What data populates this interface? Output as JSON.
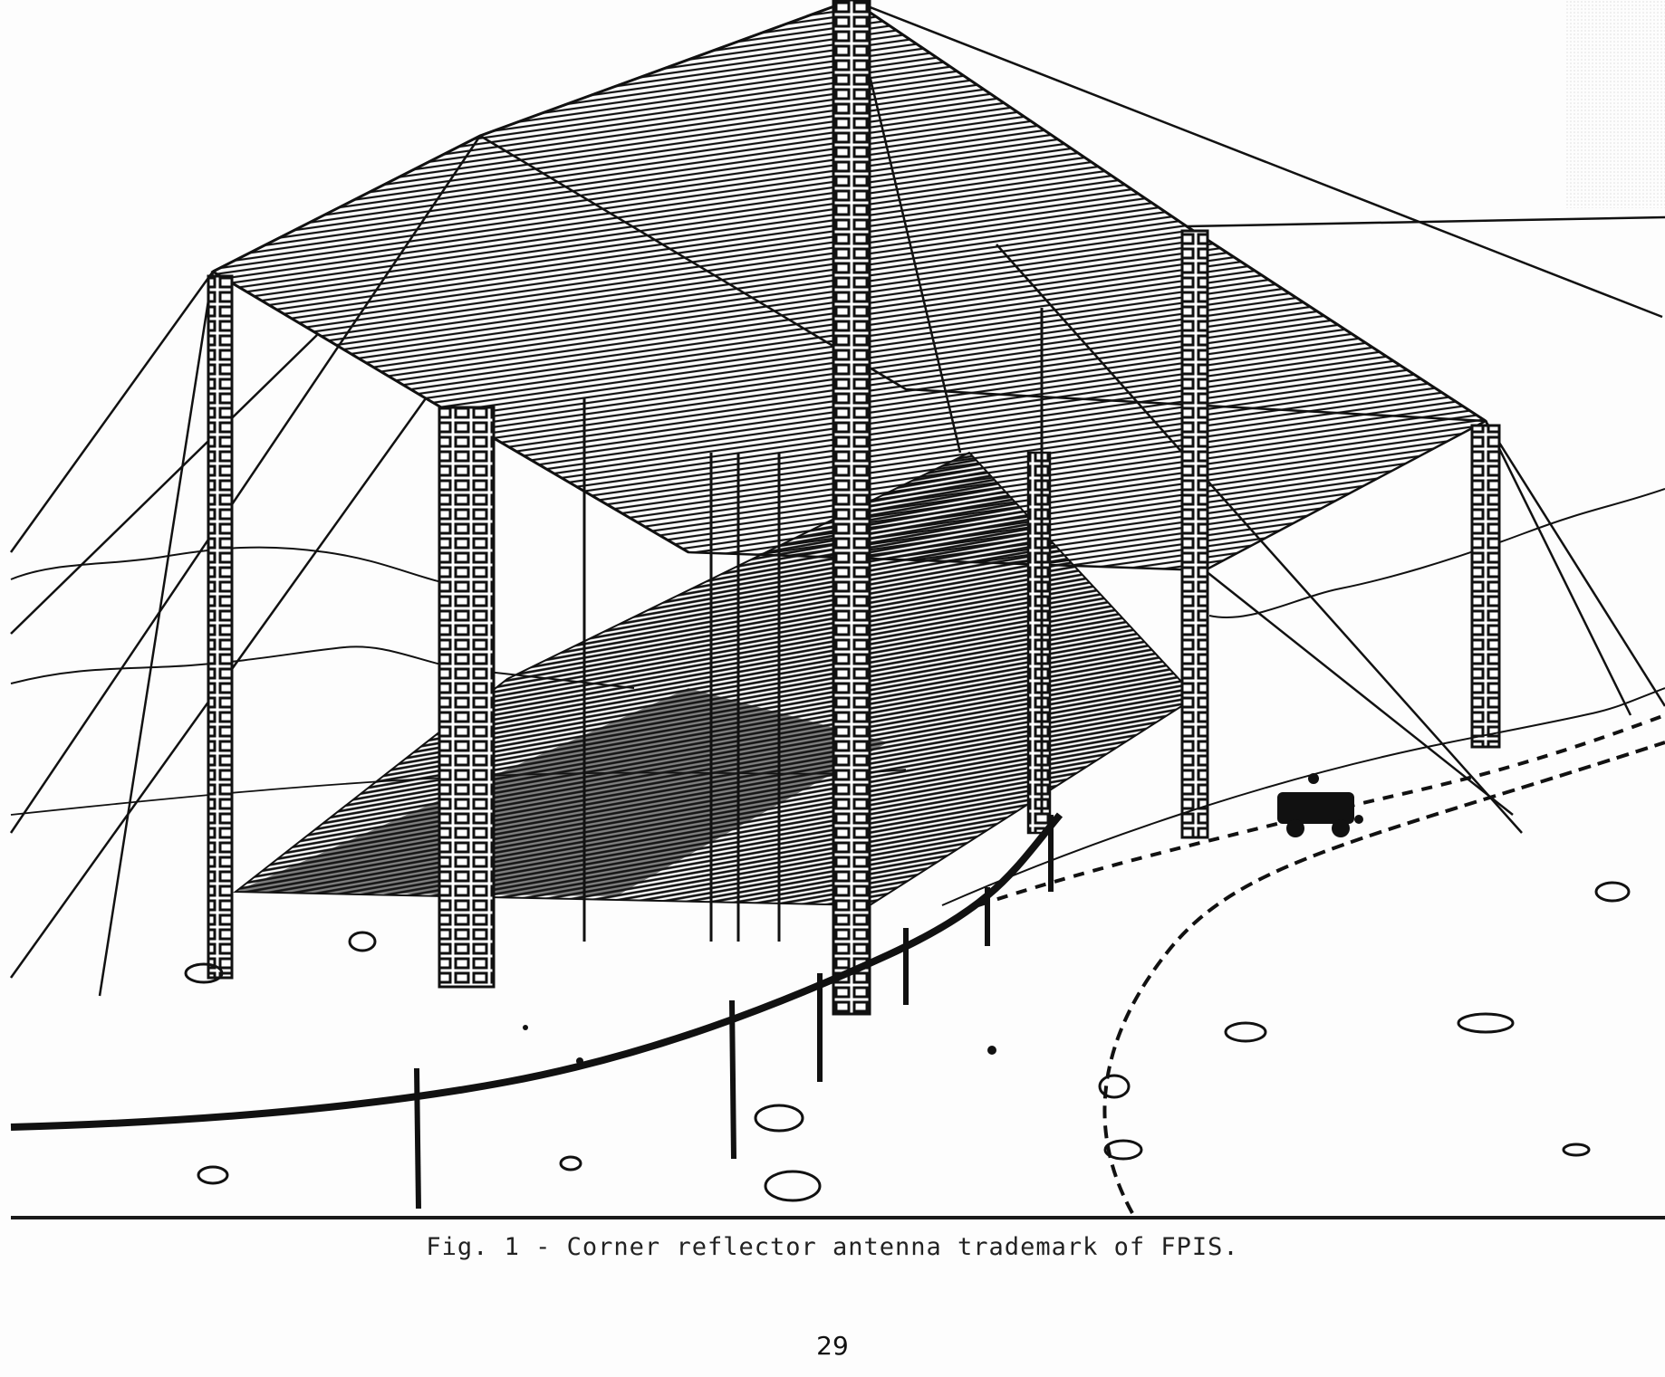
{
  "figure": {
    "caption": "Fig. 1 - Corner reflector antenna trademark of FPIS.",
    "illustration_icon": "corner-reflector-antenna-drawing"
  },
  "page": {
    "number": "29"
  },
  "colors": {
    "ink": "#111111",
    "paper": "#fdfdfd"
  }
}
